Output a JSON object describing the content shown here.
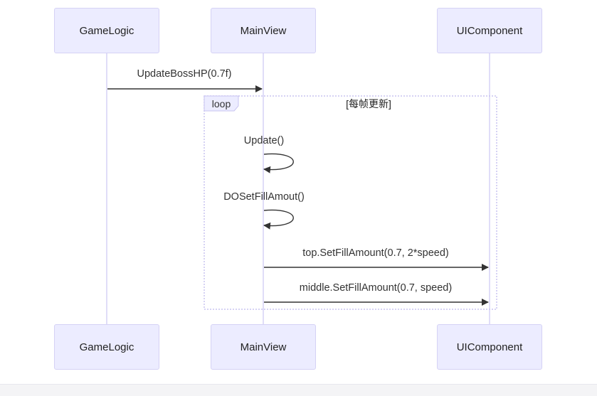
{
  "participants": [
    {
      "label": "GameLogic"
    },
    {
      "label": "MainView"
    },
    {
      "label": "UIComponent"
    }
  ],
  "messages": [
    {
      "label": "UpdateBossHP(0.7f)",
      "from": "GameLogic",
      "to": "MainView"
    },
    {
      "label": "Update()",
      "from": "MainView",
      "to": "MainView"
    },
    {
      "label": "DOSetFillAmout()",
      "from": "MainView",
      "to": "MainView"
    },
    {
      "label": "top.SetFillAmount(0.7, 2*speed)",
      "from": "MainView",
      "to": "UIComponent"
    },
    {
      "label": "middle.SetFillAmount(0.7, speed)",
      "from": "MainView",
      "to": "UIComponent"
    }
  ],
  "loop": {
    "tag": "loop",
    "condition": "[每帧更新]"
  },
  "colors": {
    "actor_fill": "#ececff",
    "actor_border": "#d5d2f5",
    "lifeline": "#d5d2f5",
    "arrow": "#333333",
    "loop_border": "#c8c4f0"
  }
}
